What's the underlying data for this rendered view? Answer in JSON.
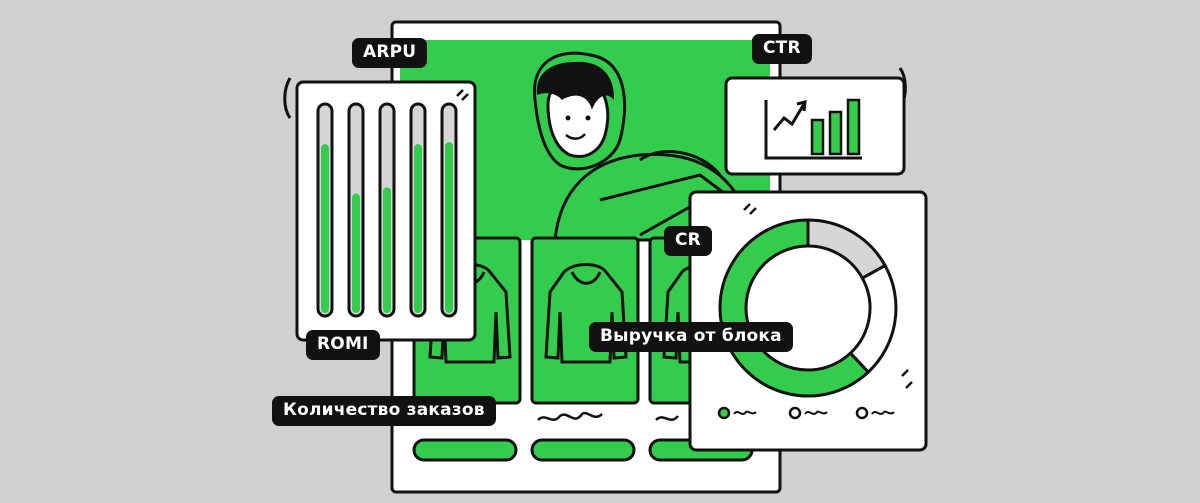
{
  "labels": {
    "arpu": "ARPU",
    "ctr": "CTR",
    "cr": "CR",
    "romi": "ROMI",
    "revenue": "Выручка от блока",
    "orders": "Количество заказов"
  },
  "level_meter": {
    "levels": [
      0.82,
      0.58,
      0.61,
      0.82,
      0.83
    ]
  },
  "donut": {
    "segments": [
      0.62,
      0.17,
      0.21
    ]
  },
  "colors": {
    "background": "#d0d0d0",
    "accent": "#33cc4d",
    "ink": "#111111",
    "panel": "#ffffff",
    "muted": "#d6d6d6"
  },
  "icons": [
    "hoodie-icon",
    "trend-arrow-icon",
    "bar-chart-icon",
    "donut-chart-icon",
    "person-illustration"
  ]
}
